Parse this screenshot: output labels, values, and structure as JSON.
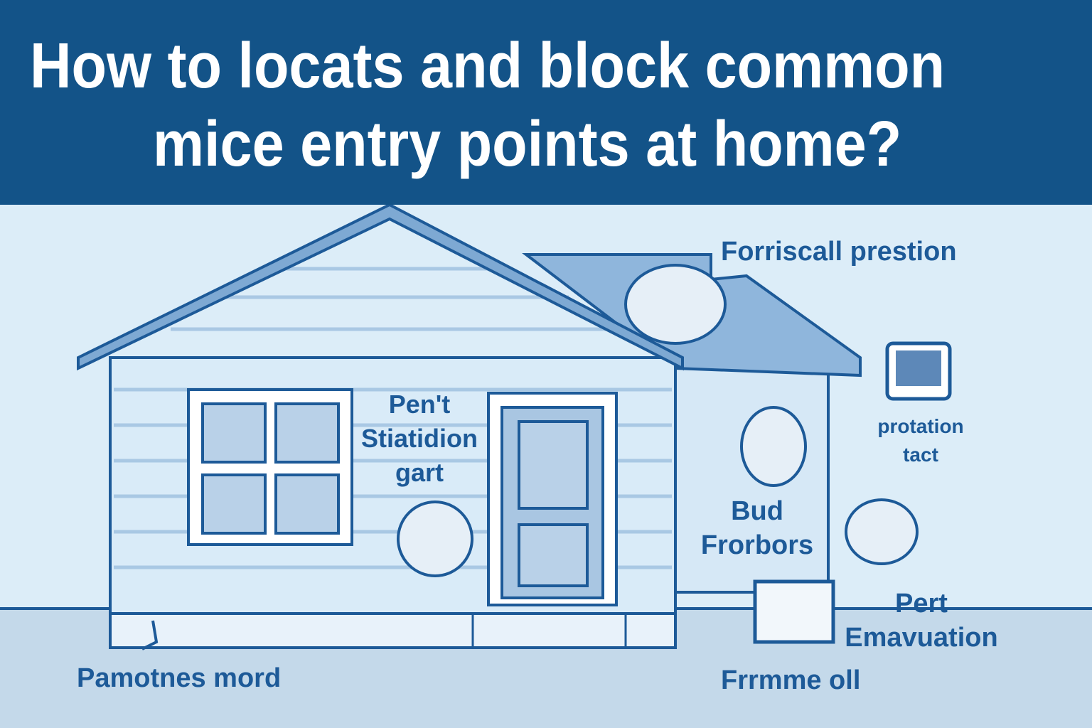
{
  "title": {
    "line1": "How to locats and block common",
    "line2": "mice entry points at home?"
  },
  "labels": {
    "roof": "Forriscall prestion",
    "wall_center": [
      "Pen't",
      "Stiatidion",
      "gart"
    ],
    "vent": [
      "protation",
      "tact"
    ],
    "side_wall": [
      "Bud",
      "Frorbors"
    ],
    "ground_right": [
      "Pert",
      "Emavuation"
    ],
    "bottom_right": "Frrmme oll",
    "bottom_left": "Pamotnes mord"
  },
  "colors": {
    "banner": "#135388",
    "stroke": "#1d5a98",
    "sky": "#dcedf8",
    "ground": "#c4d9ea"
  }
}
